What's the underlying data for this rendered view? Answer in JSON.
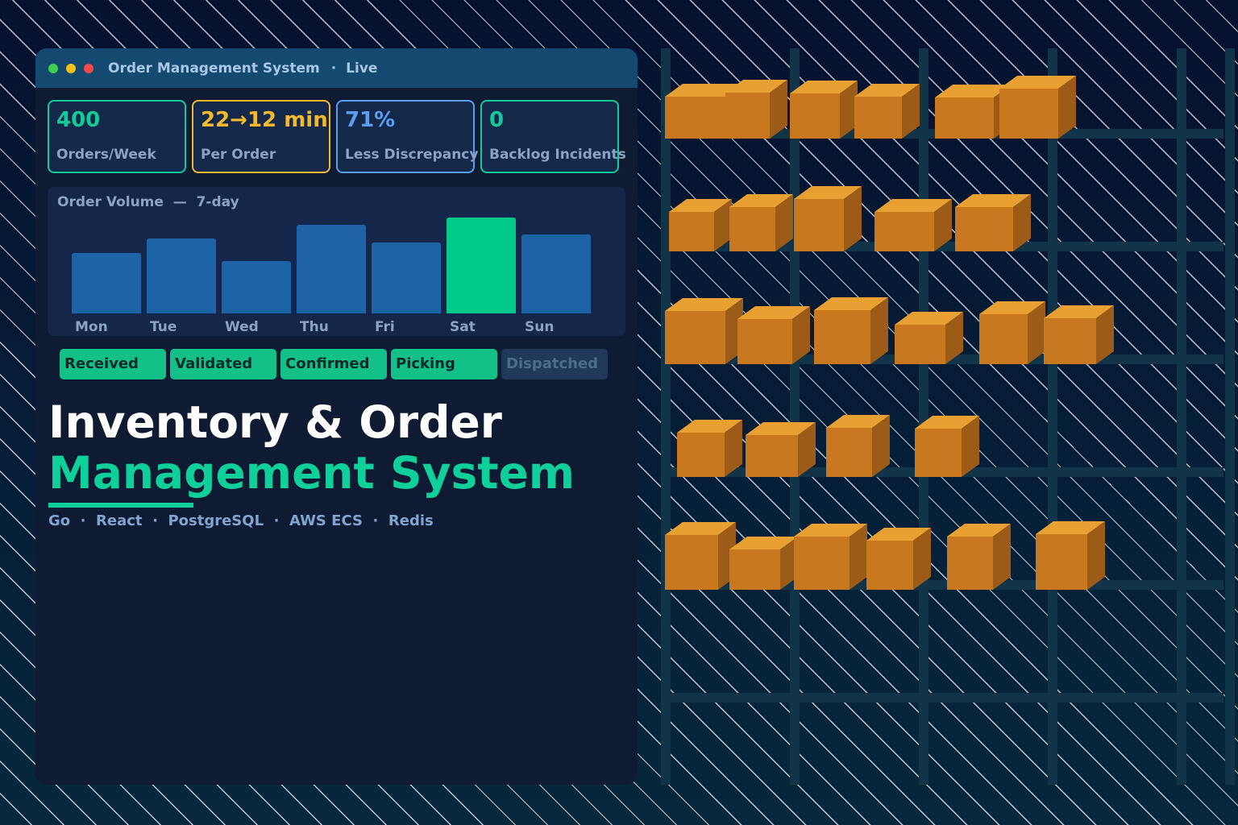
{
  "window": {
    "title": "Order Management System",
    "separator": "·",
    "status": "Live",
    "dots": [
      "#3fcf4f",
      "#f2c21b",
      "#f04a4a"
    ]
  },
  "stats": [
    {
      "value": "400",
      "label": "Orders/Week",
      "color": "#14c99a"
    },
    {
      "value": "22→12 min",
      "label": "Per Order",
      "color": "#f2b92c"
    },
    {
      "value": "71%",
      "label": "Less Discrepancy",
      "color": "#5a9ef0"
    },
    {
      "value": "0",
      "label": "Backlog Incidents",
      "color": "#14c99a"
    }
  ],
  "chart_data": {
    "type": "bar",
    "title": "Order Volume  —  7-day",
    "categories": [
      "Mon",
      "Tue",
      "Wed",
      "Thu",
      "Fri",
      "Sat",
      "Sun"
    ],
    "values": [
      75,
      93,
      65,
      110,
      88,
      119,
      98
    ],
    "highlight": "Sat",
    "colors": {
      "bar": "#1e63a6",
      "highlight": "#00c98c"
    }
  },
  "pipeline": [
    {
      "label": "Received",
      "done": true
    },
    {
      "label": "Validated",
      "done": true
    },
    {
      "label": "Confirmed",
      "done": true
    },
    {
      "label": "Picking",
      "done": true
    },
    {
      "label": "Dispatched",
      "done": false
    }
  ],
  "headline": {
    "line1": "Inventory & Order",
    "line2": "Management System"
  },
  "tech": [
    "Go",
    "React",
    "PostgreSQL",
    "AWS ECS",
    "Redis"
  ],
  "colors": {
    "accent": "#0fcf9a",
    "box_front": "#c8781e",
    "box_top": "#e8a033",
    "box_side": "#9c5c18",
    "shelf": "#113448"
  }
}
